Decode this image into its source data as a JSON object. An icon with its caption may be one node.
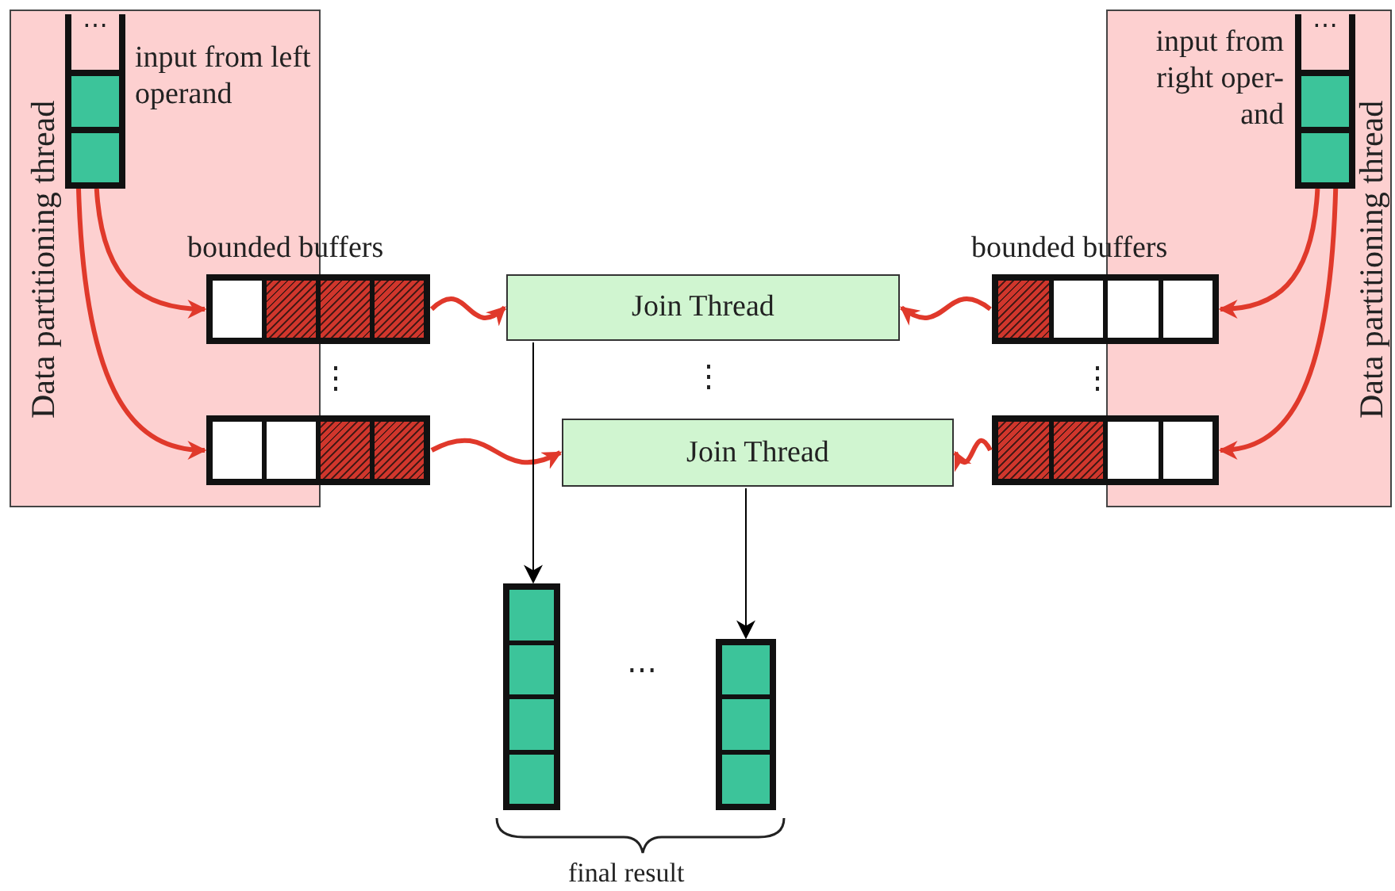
{
  "diagram": {
    "nodes": [
      {
        "text": [
          "Data partitioning thread"
        ]
      },
      {
        "text": [
          "⋯"
        ],
        "in": 0,
        "beside": [
          "input from left operand"
        ]
      },
      {
        "text": [
          "Data partitioning thread"
        ]
      },
      {
        "text": [
          "⋯"
        ],
        "in": 2,
        "beside": [
          "input from right oper- and"
        ]
      },
      {
        "text": [],
        "shape": "box"
      },
      {
        "text": [
          "Join Thread"
        ]
      },
      {
        "text": [],
        "shape": "box"
      },
      {
        "text": [],
        "shape": "box"
      },
      {
        "text": [
          "Join Thread"
        ]
      },
      {
        "text": [],
        "shape": "box"
      },
      {
        "text": [],
        "shape": "box"
      },
      {
        "text": [],
        "shape": "box"
      }
    ],
    "edges": [
      {
        "from": 1,
        "to": 4,
        "arrow": "to"
      },
      {
        "from": 1,
        "to": 7,
        "arrow": "to"
      },
      {
        "from": 3,
        "to": 6,
        "arrow": "to"
      },
      {
        "from": 3,
        "to": 9,
        "arrow": "to"
      },
      {
        "from": 4,
        "to": 5,
        "arrow": "to"
      },
      {
        "from": 7,
        "to": 8,
        "arrow": "to"
      },
      {
        "from": 6,
        "to": 5,
        "arrow": "to"
      },
      {
        "from": 9,
        "to": 8,
        "arrow": "to"
      },
      {
        "from": 5,
        "to": 10,
        "arrow": "to",
        "color": "#000000"
      },
      {
        "from": 8,
        "to": 11,
        "arrow": "to",
        "color": "#000000"
      }
    ],
    "labels": [
      "bounded buffers",
      "bounded buffers",
      "⋮",
      "⋮",
      "⋮",
      "⋯",
      "final result"
    ]
  }
}
